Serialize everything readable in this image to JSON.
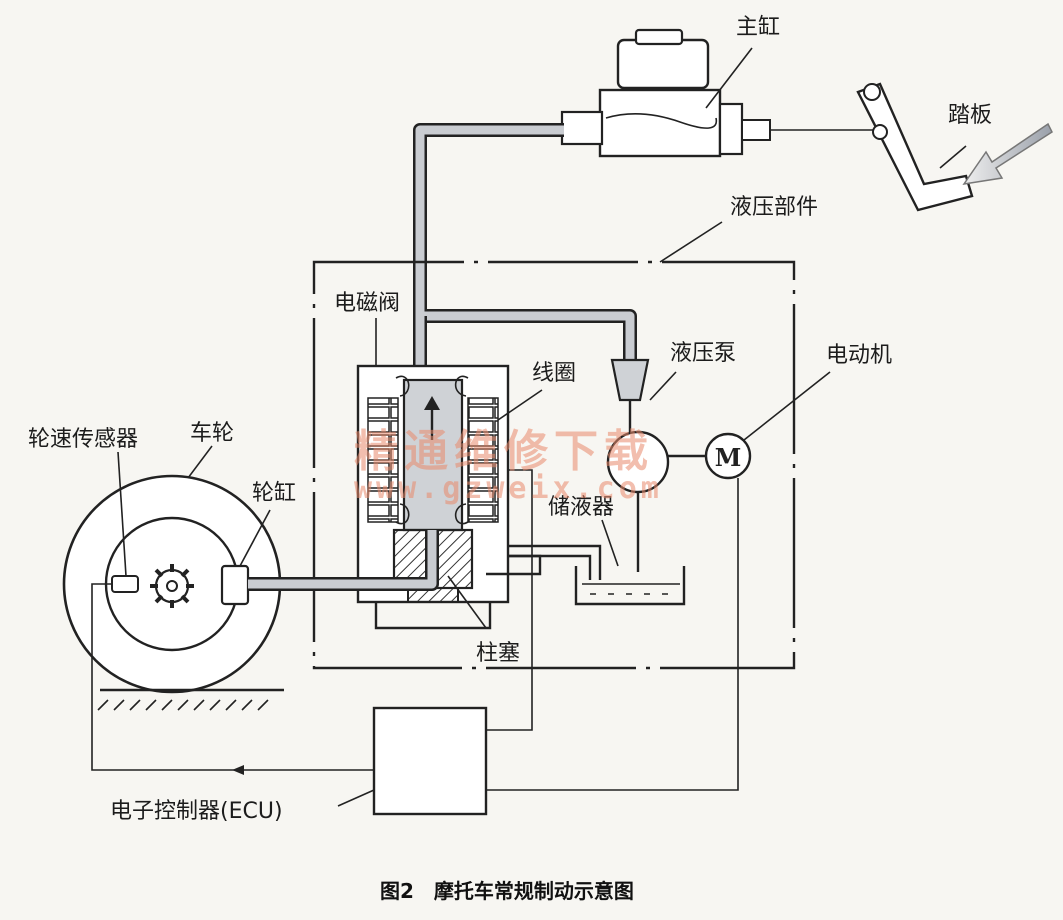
{
  "labels": {
    "master_cylinder": "主缸",
    "pedal": "踏板",
    "hydraulic_unit": "液压部件",
    "solenoid_valve": "电磁阀",
    "coil": "线圈",
    "hydraulic_pump": "液压泵",
    "electric_motor": "电动机",
    "motor_symbol": "M",
    "wheel": "车轮",
    "wheel_speed_sensor": "轮速传感器",
    "wheel_cylinder": "轮缸",
    "reservoir": "储液器",
    "plunger": "柱塞",
    "ecu": "电子控制器(ECU)"
  },
  "caption": "图2　摩托车常规制动示意图",
  "watermark": {
    "line1": "精通维修下载",
    "line2": "www.gzweix.com"
  },
  "colors": {
    "line": "#222222",
    "fluid": "#c9ccd1",
    "watermark": "#e98a6c"
  }
}
